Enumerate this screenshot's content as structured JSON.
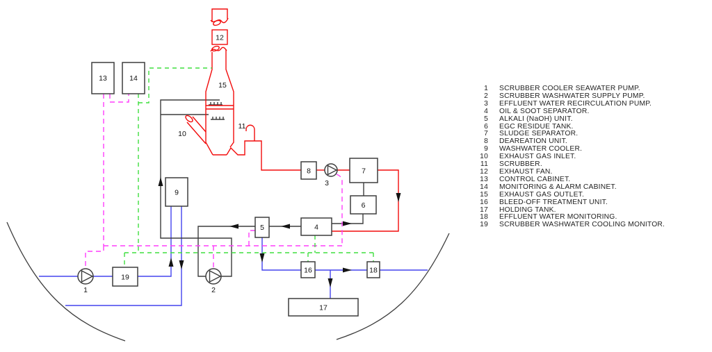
{
  "colors": {
    "red": "#f20c0c",
    "blue": "#4343ee",
    "green": "#3fdf3f",
    "magenta": "#ff3dfc",
    "line": "#3d3d3d",
    "text": "#1f1f1f"
  },
  "diagram": {
    "node_labels": {
      "n1": "1",
      "n2": "2",
      "n3": "3",
      "n4": "4",
      "n5": "5",
      "n6": "6",
      "n7": "7",
      "n8": "8",
      "n9": "9",
      "n10": "10",
      "n11": "11",
      "n12": "12",
      "n13": "13",
      "n14": "14",
      "n15": "15",
      "n16": "16",
      "n17": "17",
      "n18": "18",
      "n19": "19"
    },
    "line_meanings": {
      "red": "exhaust-gas-and-effluent",
      "blue": "seawater-and-bleed-off",
      "black": "washwater",
      "magenta": "control-signal",
      "green": "monitoring-signal"
    }
  },
  "legend": {
    "items": [
      {
        "num": "1",
        "label": "SCRUBBER COOLER SEAWATER PUMP."
      },
      {
        "num": "2",
        "label": "SCRUBBER WASHWATER SUPPLY PUMP."
      },
      {
        "num": "3",
        "label": "EFFLUENT WATER RECIRCULATION PUMP."
      },
      {
        "num": "4",
        "label": "OIL & SOOT SEPARATOR."
      },
      {
        "num": "5",
        "label": "ALKALI (NaOH) UNIT."
      },
      {
        "num": "6",
        "label": "EGC RESIDUE TANK."
      },
      {
        "num": "7",
        "label": "SLUDGE SEPARATOR."
      },
      {
        "num": "8",
        "label": "DEAREATION UNIT."
      },
      {
        "num": "9",
        "label": "WASHWATER COOLER."
      },
      {
        "num": "10",
        "label": "EXHAUST GAS INLET."
      },
      {
        "num": "11",
        "label": "SCRUBBER."
      },
      {
        "num": "12",
        "label": "EXHAUST FAN."
      },
      {
        "num": "13",
        "label": "CONTROL CABINET."
      },
      {
        "num": "14",
        "label": "MONITORING & ALARM CABINET."
      },
      {
        "num": "15",
        "label": "EXHAUST GAS OUTLET."
      },
      {
        "num": "16",
        "label": "BLEED-OFF TREATMENT UNIT."
      },
      {
        "num": "17",
        "label": "HOLDING TANK."
      },
      {
        "num": "18",
        "label": "EFFLUENT WATER MONITORING."
      },
      {
        "num": "19",
        "label": "SCRUBBER WASHWATER COOLING MONITOR."
      }
    ]
  }
}
